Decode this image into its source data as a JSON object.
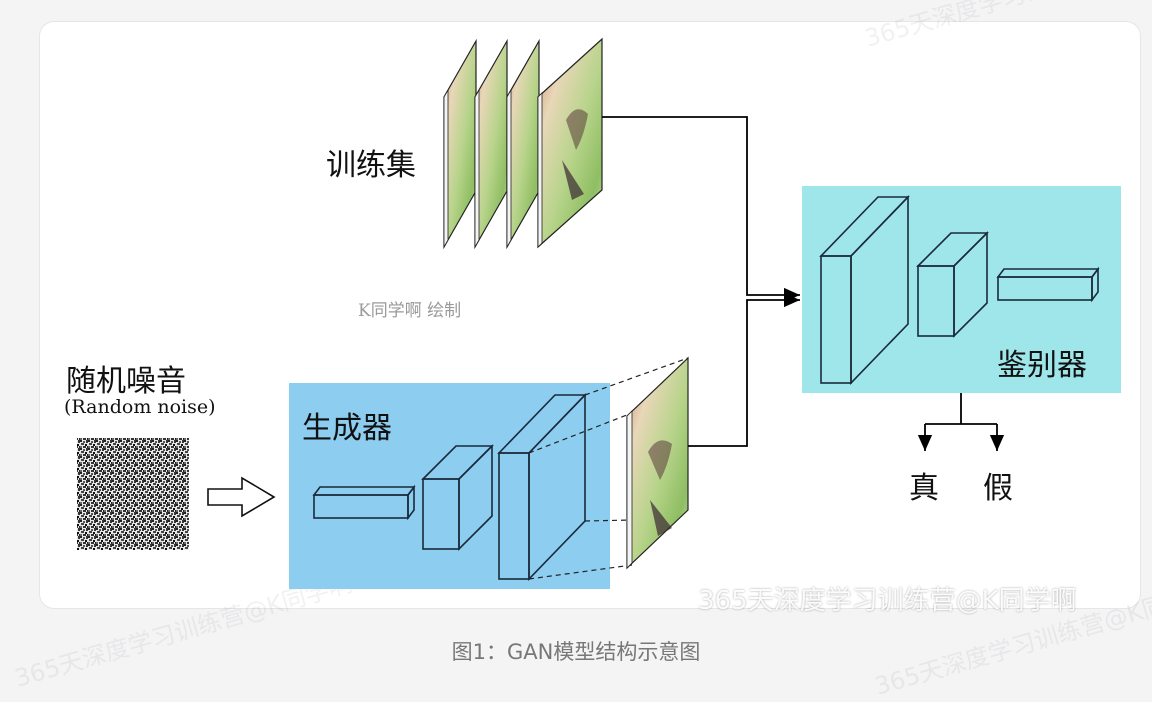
{
  "diagram": {
    "training_set_label": "训练集",
    "noise_label": "随机噪音",
    "noise_label_en": "(Random noise)",
    "generator_label": "生成器",
    "discriminator_label": "鉴别器",
    "output_real": "真",
    "output_fake": "假",
    "credit": "K同学啊 绘制"
  },
  "watermark": {
    "text": "365天深度学习训练营@K同学啊"
  },
  "caption": "图1：GAN模型结构示意图",
  "colors": {
    "generator_box": "#8ccdf0",
    "discriminator_box": "#9ee6ea",
    "line": "#000000"
  }
}
